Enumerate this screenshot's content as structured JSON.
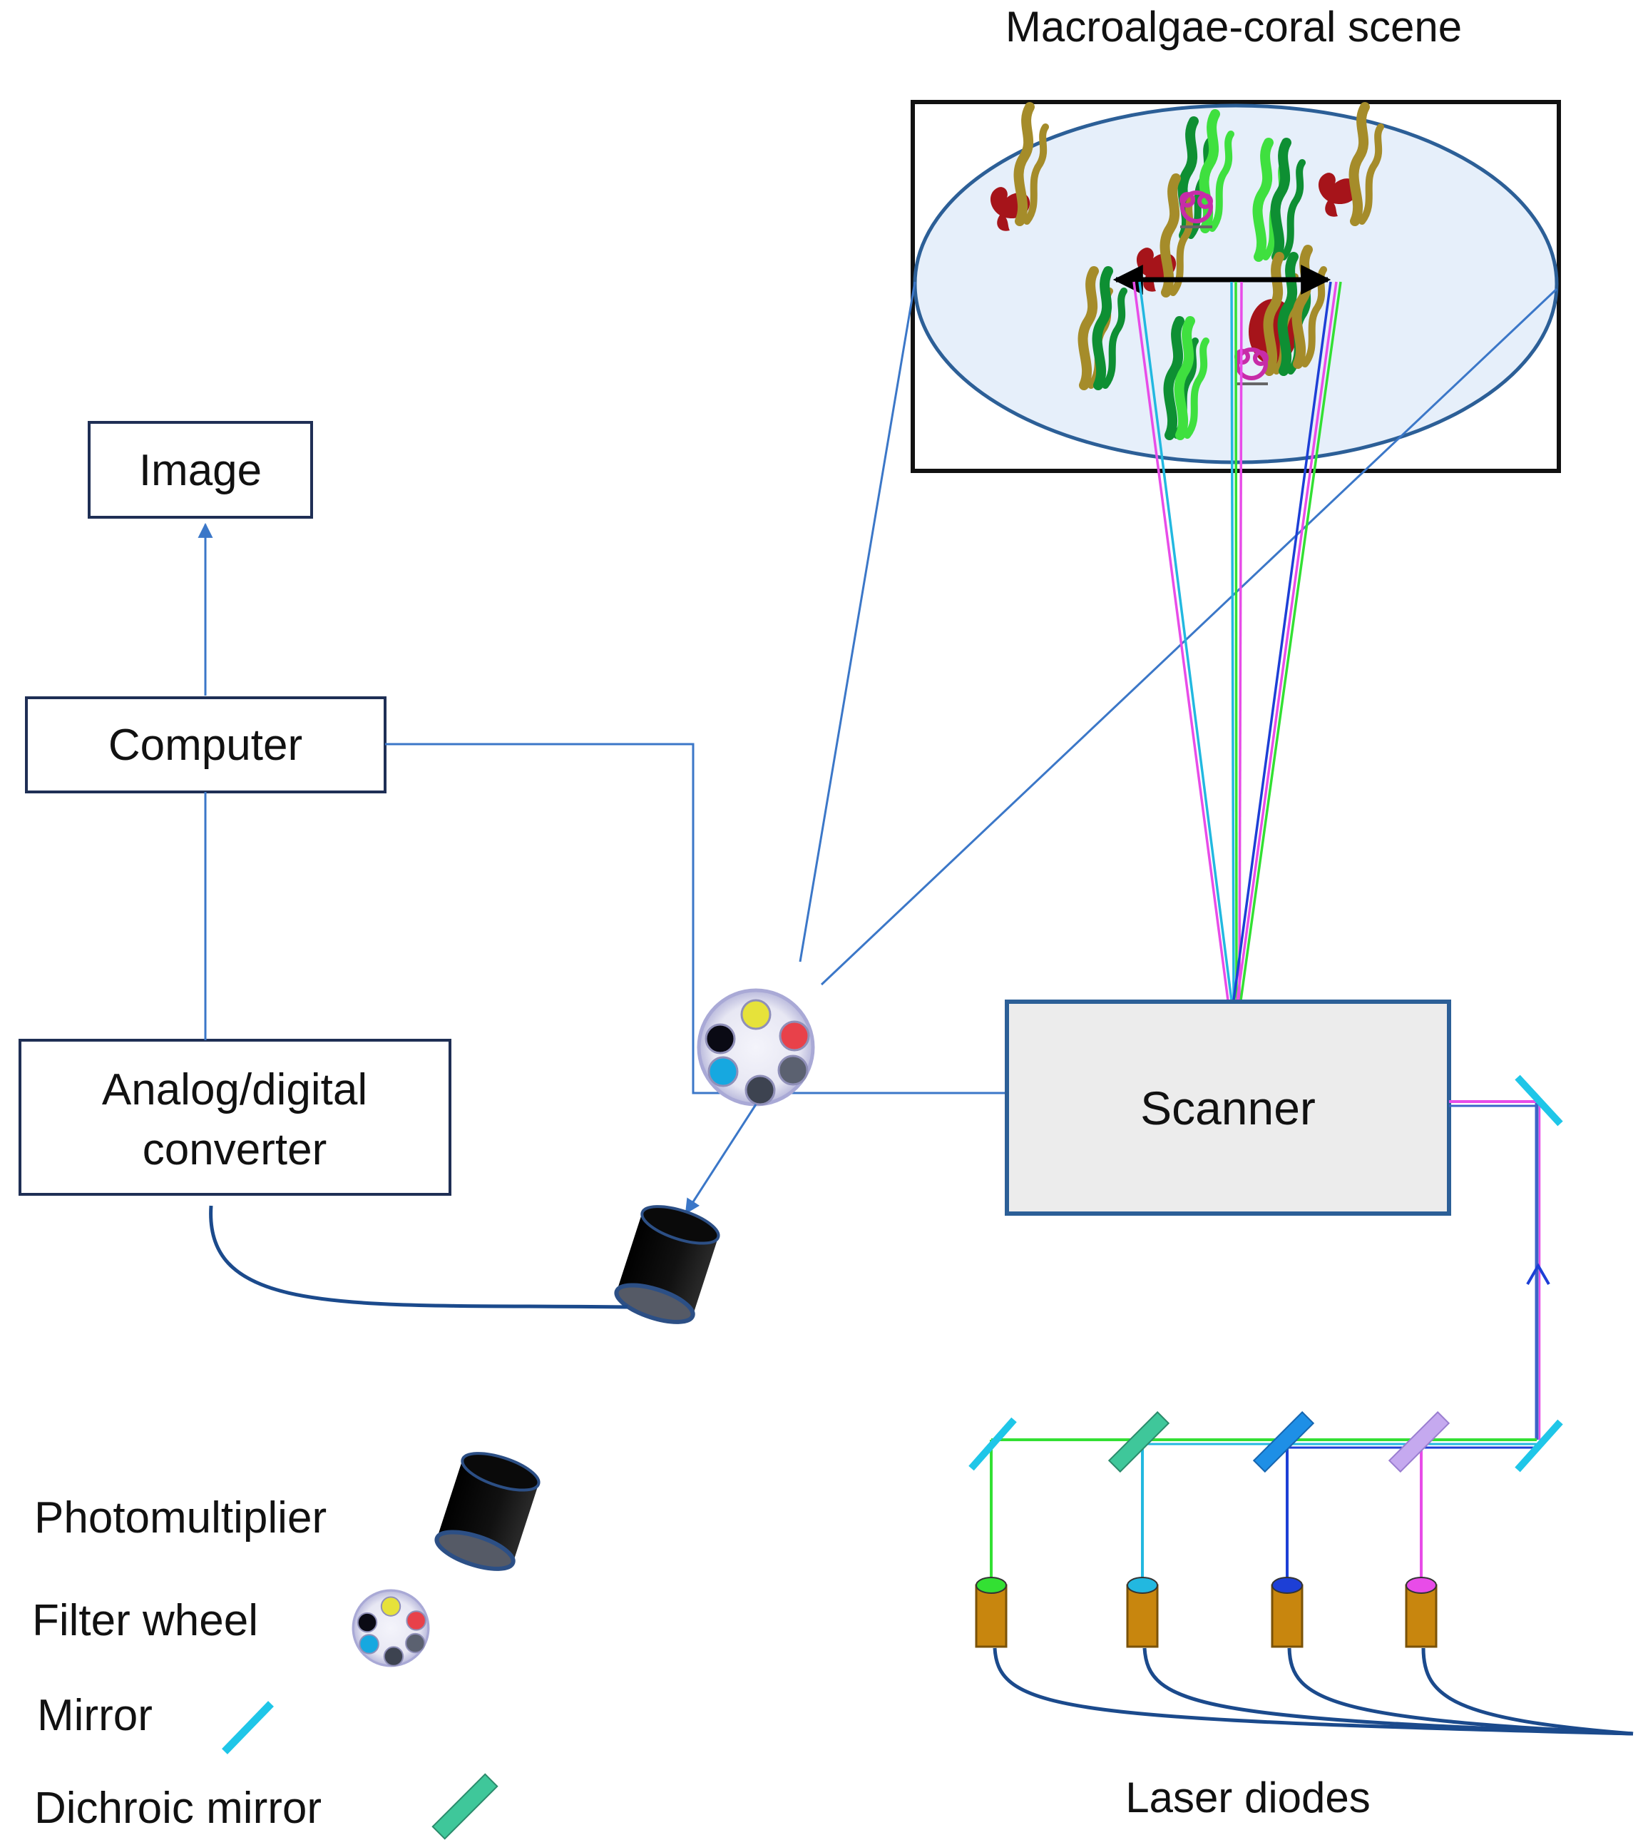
{
  "scene": {
    "title": "Macroalgae-coral scene"
  },
  "boxes": {
    "image": "Image",
    "computer": "Computer",
    "converter_line1": "Analog/digital",
    "converter_line2": "converter",
    "scanner": "Scanner"
  },
  "bottom_label": "Laser diodes",
  "legend": {
    "photomultiplier": "Photomultiplier",
    "filter_wheel": "Filter wheel",
    "mirror": "Mirror",
    "dichroic_mirror": "Dichroic mirror"
  },
  "colors": {
    "connector": "#3b77c8",
    "box_border": "#1f2f55",
    "scanner_border": "#2c5f97",
    "scanner_fill": "#ececec",
    "scene_fill": "#e6effa",
    "scene_border": "#2c5f97",
    "cable": "#1b4a8c",
    "diode_body": "#c8860e",
    "mirror": "#1fc6e8",
    "dichroic": "#3fc79a",
    "beam_green": "#33e033",
    "beam_cyan": "#22b8e0",
    "beam_blue": "#1d3fd6",
    "beam_magenta": "#e84ce8",
    "filter_yellow": "#e6e23a",
    "filter_red": "#e8414a",
    "filter_black": "#0a0a14",
    "filter_cyan": "#16a8e0",
    "filter_gray": "#5b6170"
  },
  "diode_colors": [
    "#33e033",
    "#22b8e0",
    "#1d3fd6",
    "#e84ce8"
  ],
  "icons": [
    "photomultiplier-icon",
    "filter-wheel-icon",
    "mirror-icon",
    "dichroic-mirror-icon",
    "laser-diode-icon"
  ]
}
